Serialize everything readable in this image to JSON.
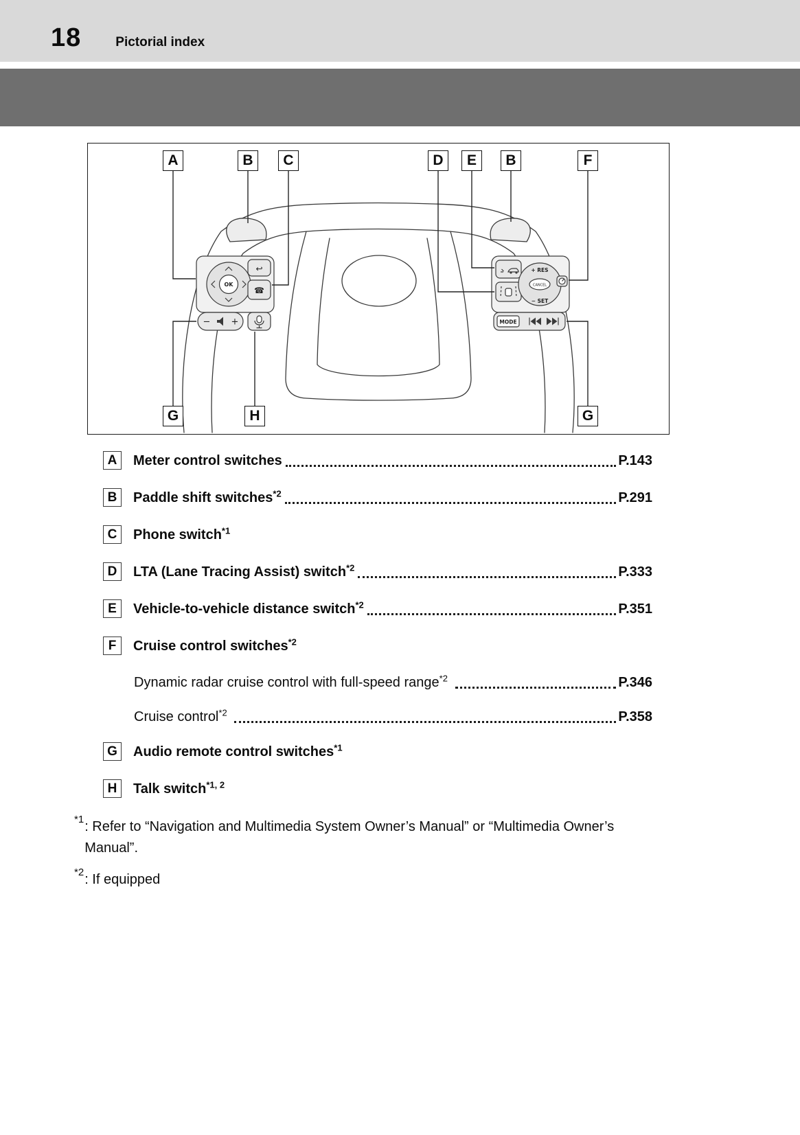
{
  "header": {
    "page_number": "18",
    "section_title": "Pictorial index"
  },
  "diagram": {
    "callouts": [
      "A",
      "B",
      "C",
      "D",
      "E",
      "B",
      "F",
      "G",
      "H",
      "G"
    ],
    "buttons": {
      "ok": "OK",
      "res": "+ RES",
      "cancel": "CANCEL",
      "set": "− SET",
      "mode": "MODE",
      "volume_minus": "−",
      "volume_plus": "+",
      "back_arrow": "↩",
      "phone": "☎"
    }
  },
  "index": {
    "items": [
      {
        "letter": "A",
        "label": "Meter control switches",
        "sup": "",
        "page": "P.143"
      },
      {
        "letter": "B",
        "label": "Paddle shift switches",
        "sup": "*2",
        "page": "P.291"
      },
      {
        "letter": "C",
        "label": "Phone switch",
        "sup": "*1",
        "page": ""
      },
      {
        "letter": "D",
        "label": "LTA (Lane Tracing Assist) switch",
        "sup": "*2",
        "page": "P.333"
      },
      {
        "letter": "E",
        "label": "Vehicle-to-vehicle distance switch",
        "sup": "*2",
        "page": "P.351"
      },
      {
        "letter": "F",
        "label": "Cruise control switches",
        "sup": "*2",
        "page": ""
      },
      {
        "letter": "G",
        "label": "Audio remote control switches",
        "sup": "*1",
        "page": ""
      },
      {
        "letter": "H",
        "label": "Talk switch",
        "sup": "*1, 2",
        "page": ""
      }
    ],
    "sub_items": [
      {
        "label": "Dynamic radar cruise control with full-speed range",
        "sup": "*2",
        "page": "P.346"
      },
      {
        "label": "Cruise control",
        "sup": "*2",
        "page": "P.358"
      }
    ]
  },
  "footnotes": [
    {
      "marker": "*1",
      "text": ": Refer to “Navigation and Multimedia System Owner’s Manual” or “Multimedia Owner’s Manual”."
    },
    {
      "marker": "*2",
      "text": ": If equipped"
    }
  ]
}
